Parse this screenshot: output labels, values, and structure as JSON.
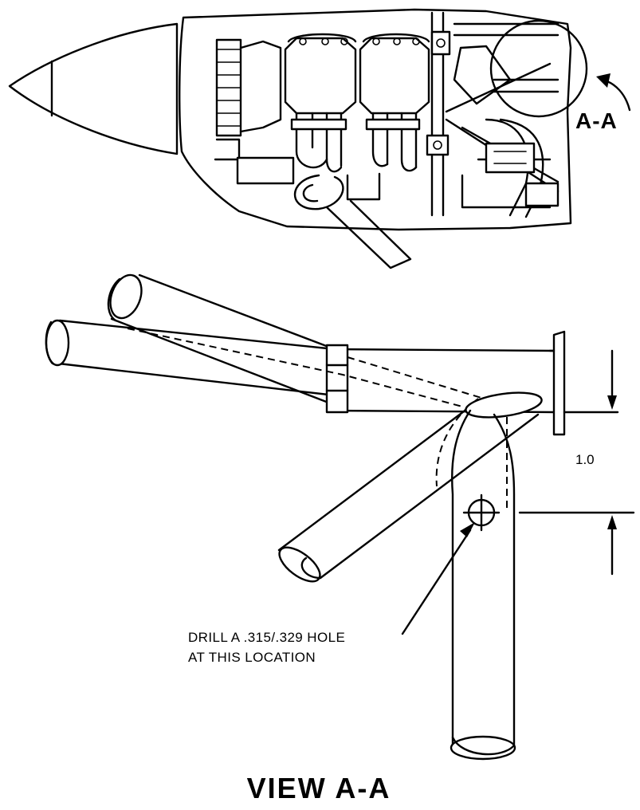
{
  "detail_callout": {
    "label": "A-A"
  },
  "dimension": {
    "value": "1.0"
  },
  "drill_note": {
    "line1": "DRILL A .315/.329 HOLE",
    "line2": "AT THIS LOCATION"
  },
  "view_title": "VIEW A-A",
  "icons": {
    "detail_circle": "detail-circle-icon",
    "view_arrow": "curved-arrow-icon",
    "hole_marker": "crosshair-circle-icon"
  },
  "colors": {
    "ink": "#000000",
    "paper": "#ffffff"
  }
}
